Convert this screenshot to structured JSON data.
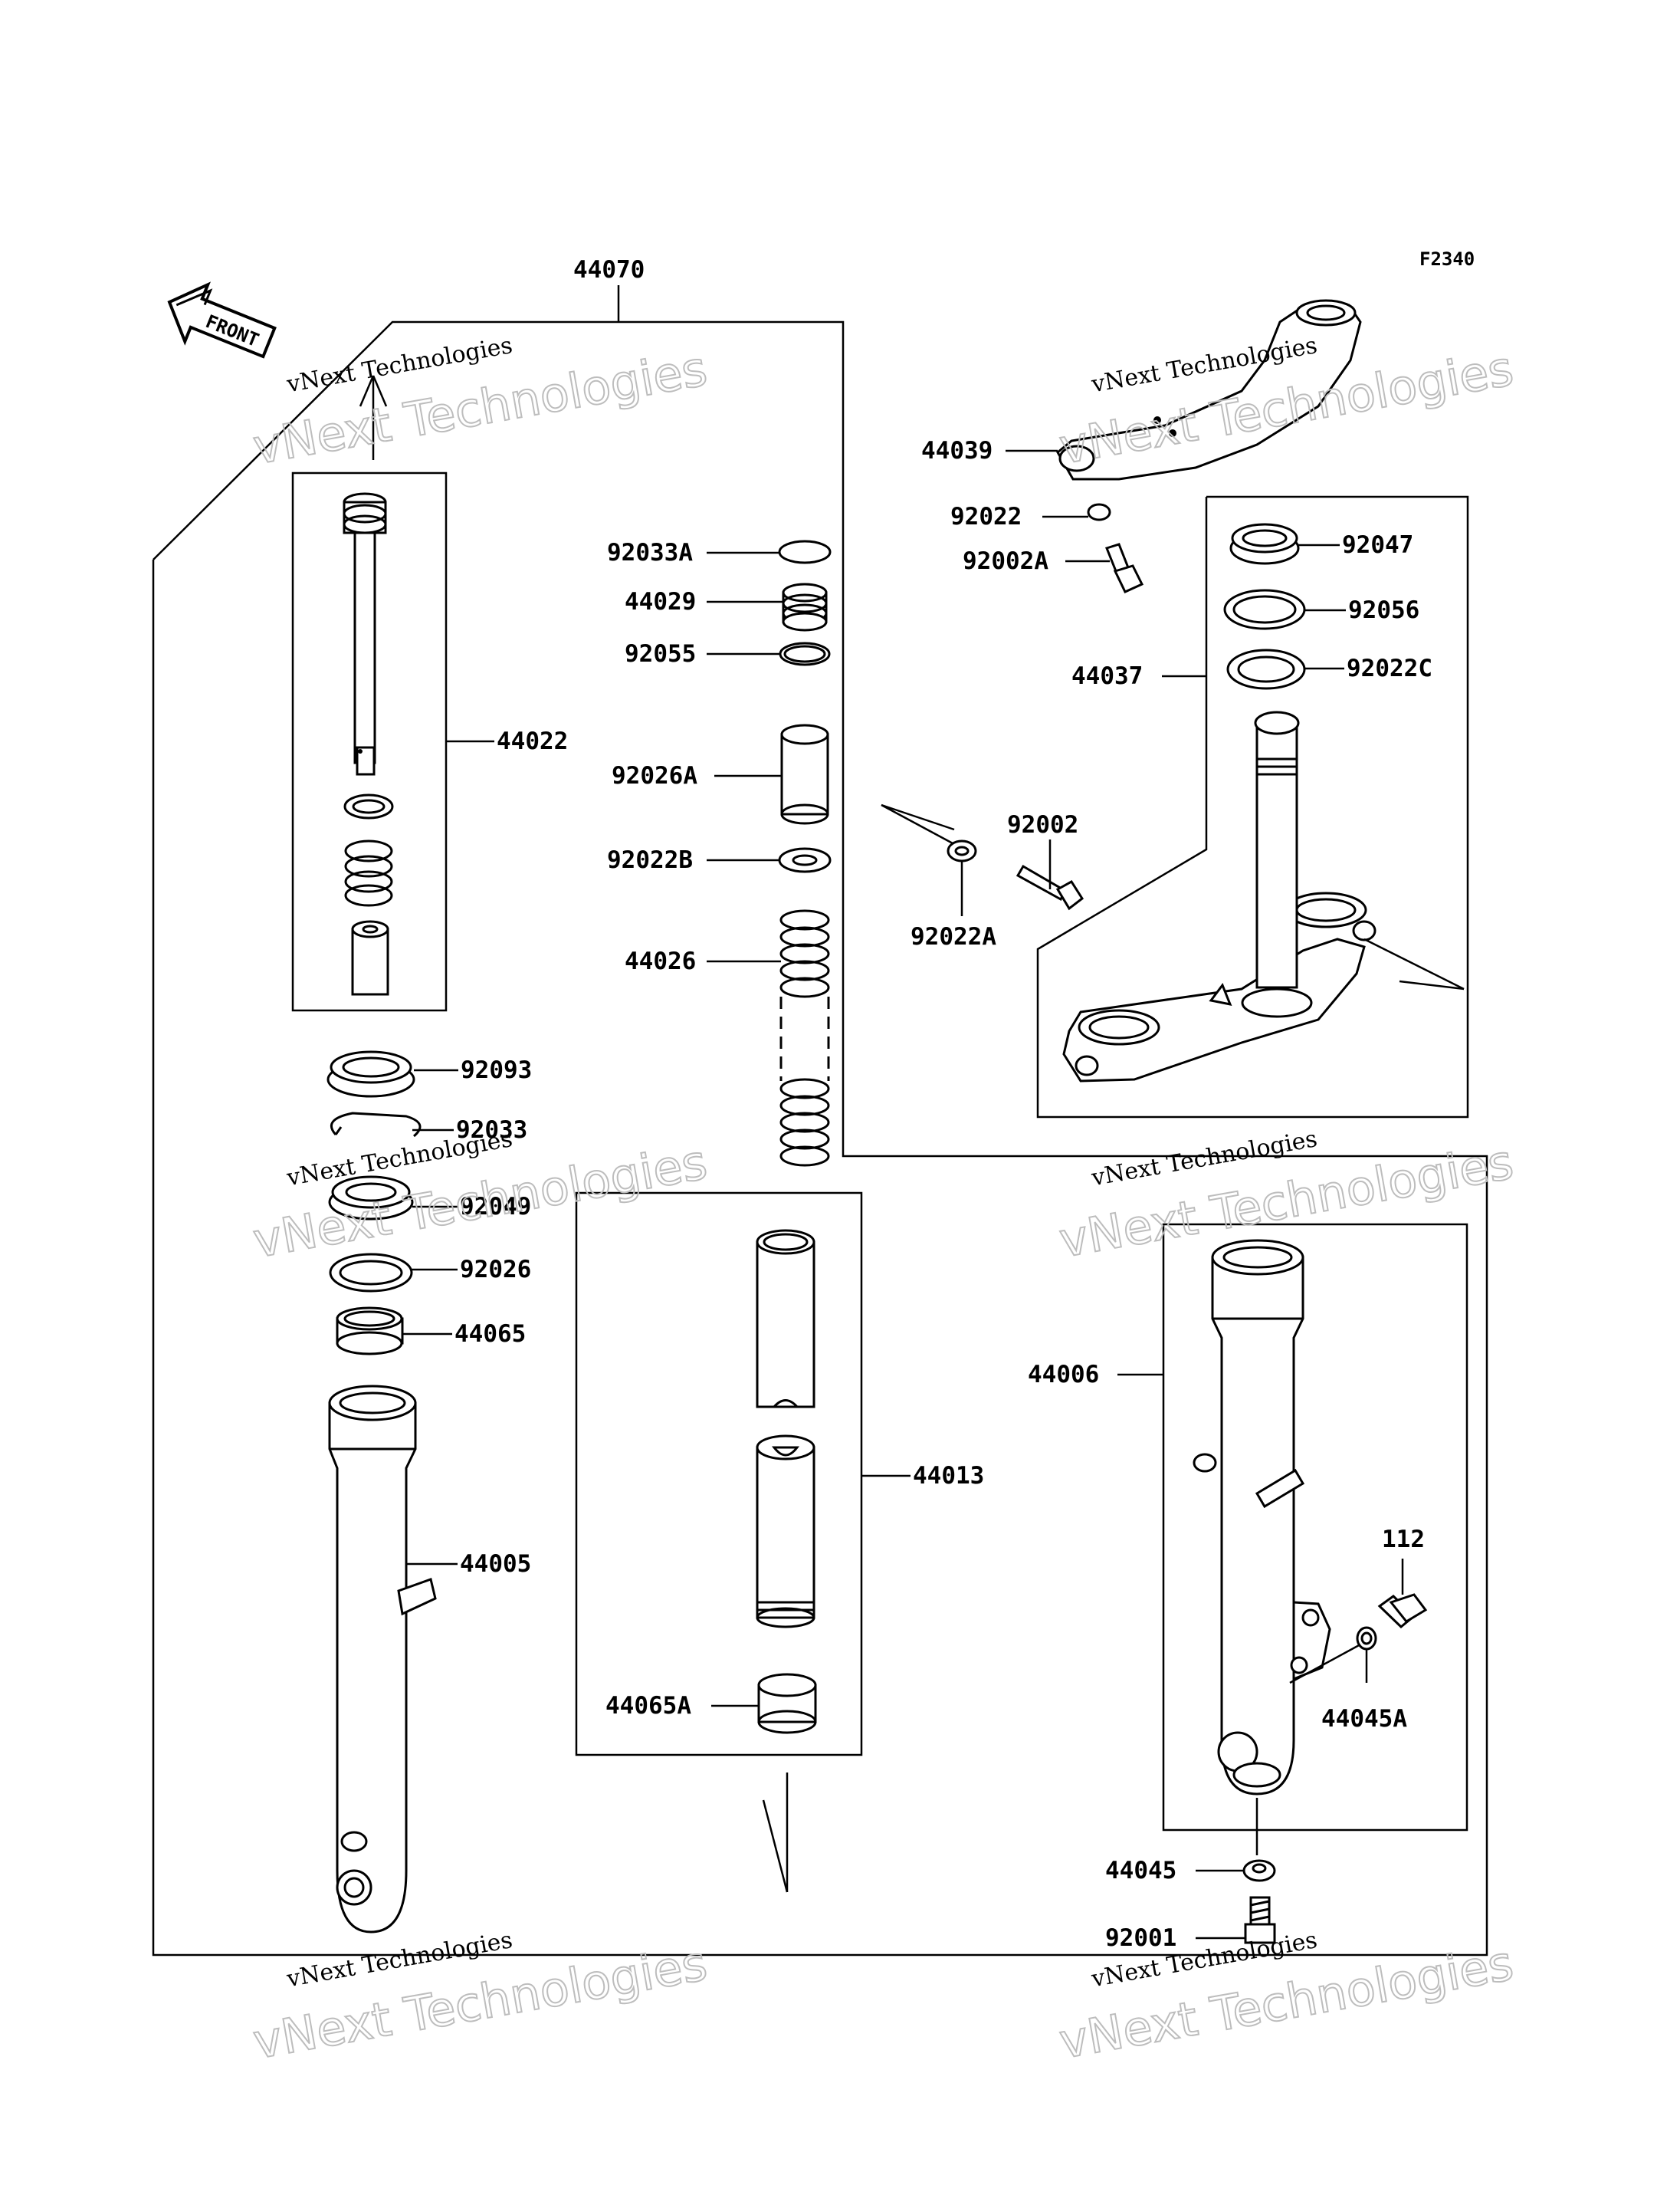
{
  "figure_code": "F2340",
  "front_label": "FRONT",
  "watermark": {
    "line1": "vNext Technologies",
    "line2": "vNext Technologies"
  },
  "labels": {
    "44070": "44070",
    "44039": "44039",
    "92022": "92022",
    "92002A": "92002A",
    "92047": "92047",
    "92056": "92056",
    "44037": "44037",
    "92022C": "92022C",
    "92002": "92002",
    "92022A": "92022A",
    "92033A": "92033A",
    "44029": "44029",
    "92055": "92055",
    "92026A": "92026A",
    "92022B": "92022B",
    "44026": "44026",
    "44022": "44022",
    "92093": "92093",
    "92033": "92033",
    "92049": "92049",
    "92026": "92026",
    "44065": "44065",
    "44005": "44005",
    "44013": "44013",
    "44065A": "44065A",
    "44006": "44006",
    "112": "112",
    "44045A": "44045A",
    "44045": "44045",
    "92001": "92001"
  }
}
